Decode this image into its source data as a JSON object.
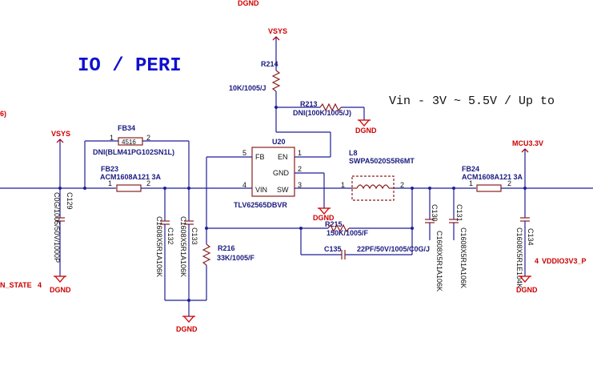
{
  "title": "IO / PERI",
  "note": "Vin - 3V ~ 5.5V  /  Up to",
  "nets": {
    "dgnd": "DGND",
    "vsys": "VSYS",
    "mcu33": "MCU3.3V",
    "enable_state": "N_STATE",
    "enable_pin": "4",
    "vddio": "VDDIO3V3_P",
    "vddio_pin": "4",
    "left_ref": "6)"
  },
  "u20": {
    "ref": "U20",
    "part": "TLV62565DBVR",
    "pins": {
      "fb_name": "FB",
      "fb_num": "5",
      "en_name": "EN",
      "en_num": "1",
      "gnd_name": "GND",
      "gnd_num": "2",
      "vin_name": "VIN",
      "vin_num": "4",
      "sw_name": "SW",
      "sw_num": "3"
    }
  },
  "r214": {
    "ref": "R214",
    "value": "10K/1005/J"
  },
  "r213": {
    "ref": "R213",
    "value": "DNI(100K/1005/J)"
  },
  "r215": {
    "ref": "R215",
    "value": "150K/1005/F"
  },
  "r216": {
    "ref": "R216",
    "value": "33K/1005/F"
  },
  "fb34": {
    "ref": "FB34",
    "body": "4516",
    "value": "DNI(BLM41PG102SN1L)",
    "pin1": "1",
    "pin2": "2"
  },
  "fb23": {
    "ref": "FB23",
    "value": "ACM1608A121 3A",
    "pin1": "1",
    "pin2": "2"
  },
  "fb24": {
    "ref": "FB24",
    "value": "ACM1608A121 3A",
    "pin1": "1",
    "pin2": "2"
  },
  "l8": {
    "ref": "L8",
    "value": "SWPA5020S5R6MT",
    "pin1": "1",
    "pin2": "2"
  },
  "c129": {
    "ref": "C129",
    "value": "C0G/1005/50V/1000P"
  },
  "c132": {
    "ref": "C132",
    "value": "C1608X5R1A106K"
  },
  "c133": {
    "ref": "C133",
    "value": "C1608X5R1A106K"
  },
  "c135": {
    "ref": "C135",
    "value": "22PF/50V/1005/C0G/J"
  },
  "c130": {
    "ref": "C130",
    "value": "C1608X5R1A106K"
  },
  "c131": {
    "ref": "C131",
    "value": "C1608X5R1A106K"
  },
  "c134": {
    "ref": "C134",
    "value": "C1608X5R1E104K"
  },
  "colors": {
    "wire": "#1f1f9a",
    "component": "#8b1f1f",
    "net_label": "#cc0000",
    "title": "#1010d0"
  }
}
